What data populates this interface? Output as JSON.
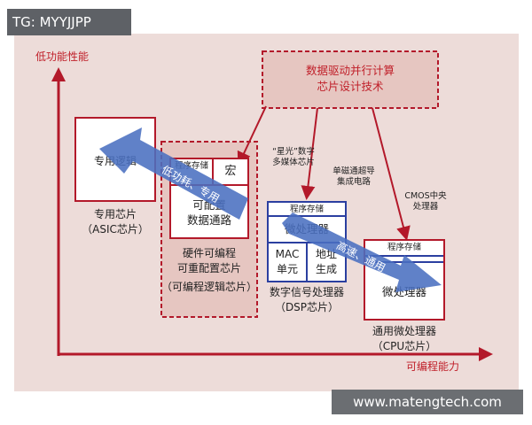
{
  "watermarks": {
    "top": "TG: MYYJJPP",
    "bottom": "www.matengtech.com"
  },
  "axes": {
    "y_label": "低功能性能",
    "x_label": "可编程能力"
  },
  "top_box": {
    "line1": "数据驱动并行计算",
    "line2": "芯片设计技术"
  },
  "asic": {
    "box_label": "专用逻辑",
    "caption1": "专用芯片",
    "caption2": "（ASIC芯片）"
  },
  "fpga": {
    "program_store": "程序存储",
    "macro": "宏",
    "datapath1": "可配置",
    "datapath2": "数据通路",
    "caption1": "硬件可编程",
    "caption2": "可重配置芯片",
    "caption3": "（可编程逻辑芯片）"
  },
  "annotations": {
    "xingguang1": "“星光”数字",
    "xingguang2": "多媒体芯片",
    "single1": "单磁通超导",
    "single2": "集成电路",
    "cmos1": "CMOS中央",
    "cmos2": "处理器"
  },
  "dsp": {
    "program_store": "程序存储",
    "micro": "微处理器",
    "mac1": "MAC",
    "mac2": "单元",
    "addr1": "地址",
    "addr2": "生成",
    "caption1": "数字信号处理器",
    "caption2": "（DSP芯片）"
  },
  "cpu": {
    "program_store": "程序存储",
    "micro": "微处理器",
    "caption1": "通用微处理器",
    "caption2": "（CPU芯片）"
  },
  "arrows": {
    "low_power": "低功耗、专用",
    "high_speed": "高速、通用"
  },
  "colors": {
    "panel": "#eddcd9",
    "red": "#b3192a",
    "blue_arrow": "#4a6fc0",
    "box_blue": "#2b3fa0"
  }
}
